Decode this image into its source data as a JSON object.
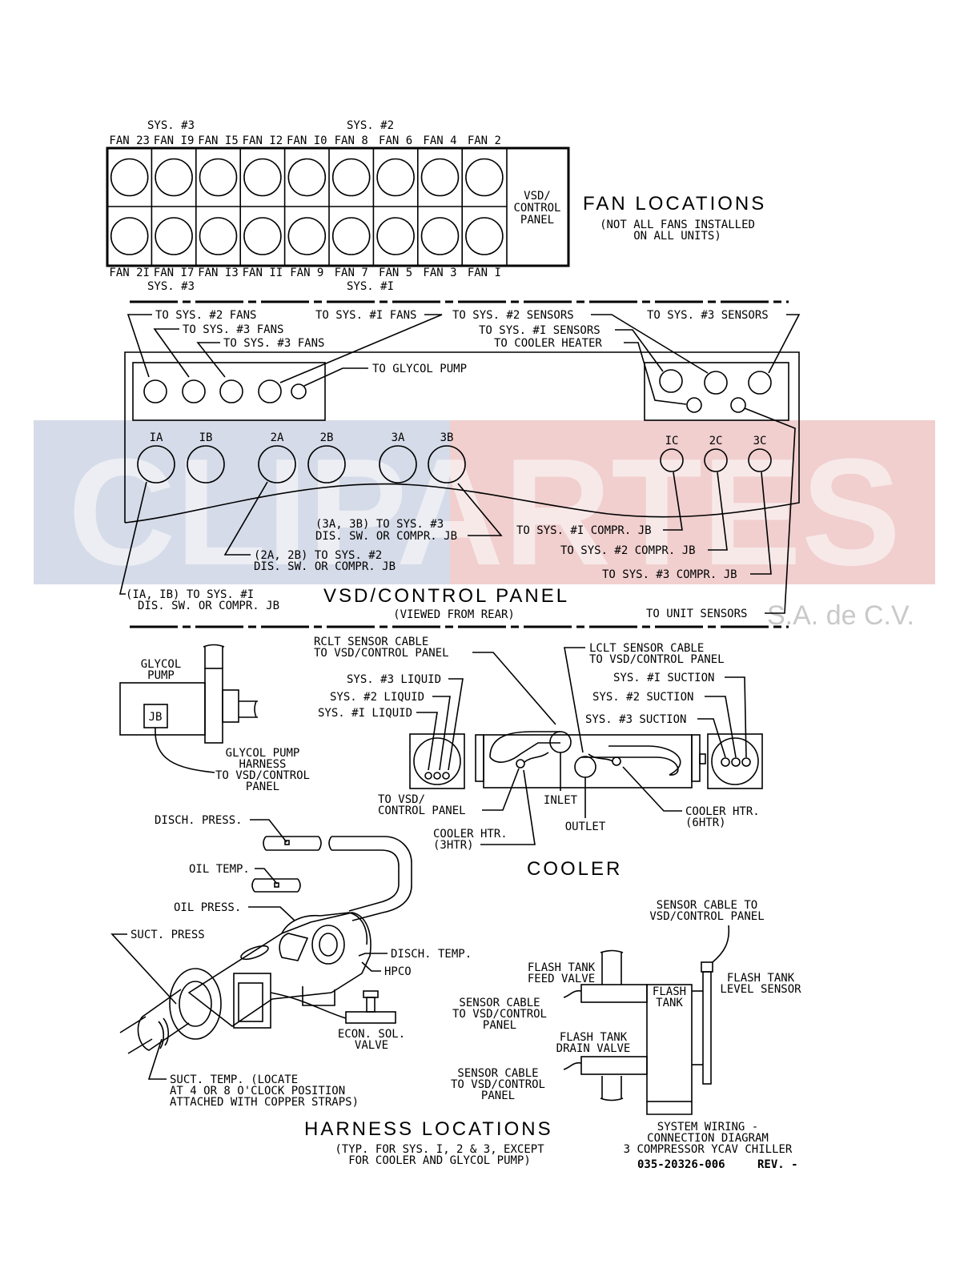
{
  "watermark": {
    "brand": "CLIPARTES",
    "suffix": "S.A. de C.V.",
    "colors": {
      "left_block": "#d5dbe8",
      "right_block": "#f1cfcf"
    }
  },
  "fan_locations": {
    "title": "FAN LOCATIONS",
    "note_line1": "(NOT ALL FANS INSTALLED",
    "note_line2": "ON ALL UNITS)",
    "top_fans": [
      "FAN 23",
      "FAN I9",
      "FAN I5",
      "FAN I2",
      "FAN I0",
      "FAN 8",
      "FAN 6",
      "FAN 4",
      "FAN 2"
    ],
    "bottom_fans": [
      "FAN 2I",
      "FAN I7",
      "FAN I3",
      "FAN II",
      "FAN 9",
      "FAN 7",
      "FAN 5",
      "FAN 3",
      "FAN I"
    ],
    "sys_top_left": "SYS. #3",
    "sys_top_right": "SYS. #2",
    "sys_bottom_left": "SYS. #3",
    "sys_bottom_right": "SYS. #I",
    "panel_line1": "VSD/",
    "panel_line2": "CONTROL",
    "panel_line3": "PANEL"
  },
  "vsd_panel": {
    "title": "VSD/CONTROL PANEL",
    "subtitle": "(VIEWED FROM REAR)",
    "callouts": {
      "sys2_fans": "TO SYS. #2 FANS",
      "sys3_fans_a": "TO SYS. #3 FANS",
      "sys3_fans_b": "TO SYS. #3 FANS",
      "sys1_fans": "TO SYS. #I FANS",
      "glycol_pump": "TO GLYCOL PUMP",
      "sys2_sensors": "TO SYS. #2 SENSORS",
      "sys3_sensors": "TO SYS. #3 SENSORS",
      "sys1_sensors": "TO SYS. #I SENSORS",
      "cooler_heater": "TO COOLER HEATER",
      "sys3_jb_1": "(3A, 3B) TO SYS. #3",
      "sys3_jb_2": "DIS. SW. OR COMPR. JB",
      "sys2_jb_1": "(2A, 2B) TO SYS. #2",
      "sys2_jb_2": "DIS. SW. OR COMPR. JB",
      "sys1_jb_1": "(IA, IB) TO SYS. #I",
      "sys1_jb_2": "DIS. SW. OR COMPR. JB",
      "sys1_compr": "TO SYS. #I COMPR. JB",
      "sys2_compr": "TO SYS. #2 COMPR. JB",
      "sys3_compr": "TO SYS. #3 COMPR. JB",
      "unit_sensors": "TO UNIT SENSORS"
    },
    "ports": [
      "IA",
      "IB",
      "2A",
      "2B",
      "3A",
      "3B",
      "IC",
      "2C",
      "3C"
    ]
  },
  "glycol": {
    "label_line1": "GLYCOL",
    "label_line2": "PUMP",
    "jb": "JB",
    "harness_line1": "GLYCOL PUMP",
    "harness_line2": "HARNESS",
    "harness_line3": "TO VSD/CONTROL",
    "harness_line4": "PANEL"
  },
  "cooler": {
    "title": "COOLER",
    "rclt_1": "RCLT SENSOR CABLE",
    "rclt_2": "TO VSD/CONTROL PANEL",
    "lclt_1": "LCLT SENSOR CABLE",
    "lclt_2": "TO VSD/CONTROL PANEL",
    "sys3_liquid": "SYS. #3 LIQUID",
    "sys2_liquid": "SYS. #2 LIQUID",
    "sys1_liquid": "SYS. #I LIQUID",
    "sys1_suction": "SYS. #I SUCTION",
    "sys2_suction": "SYS. #2 SUCTION",
    "sys3_suction": "SYS. #3 SUCTION",
    "to_vsd_1": "TO VSD/",
    "to_vsd_2": "CONTROL PANEL",
    "inlet": "INLET",
    "outlet": "OUTLET",
    "htr3_1": "COOLER HTR.",
    "htr3_2": "(3HTR)",
    "htr6_1": "COOLER HTR.",
    "htr6_2": "(6HTR)"
  },
  "harness": {
    "title": "HARNESS LOCATIONS",
    "note_line1": "(TYP. FOR SYS. I, 2 & 3, EXCEPT",
    "note_line2": "FOR COOLER AND GLYCOL PUMP)",
    "disch_press": "DISCH. PRESS.",
    "oil_temp": "OIL TEMP.",
    "oil_press": "OIL PRESS.",
    "suct_press": "SUCT. PRESS",
    "disch_temp": "DISCH. TEMP.",
    "hpco": "HPCO",
    "econ_1": "ECON. SOL.",
    "econ_2": "VALVE",
    "suct_temp_1": "SUCT. TEMP. (LOCATE",
    "suct_temp_2": "AT 4 OR 8 O'CLOCK POSITION",
    "suct_temp_3": "ATTACHED WITH COPPER STRAPS)"
  },
  "flash_tank": {
    "cable_top_1": "SENSOR CABLE TO",
    "cable_top_2": "VSD/CONTROL PANEL",
    "feed_1": "FLASH TANK",
    "feed_2": "FEED VALVE",
    "tank_1": "FLASH",
    "tank_2": "TANK",
    "level_1": "FLASH TANK",
    "level_2": "LEVEL SENSOR",
    "sc1_1": "SENSOR CABLE",
    "sc1_2": "TO VSD/CONTROL",
    "sc1_3": "PANEL",
    "drain_1": "FLASH TANK",
    "drain_2": "DRAIN VALVE",
    "sc2_1": "SENSOR CABLE",
    "sc2_2": "TO VSD/CONTROL",
    "sc2_3": "PANEL"
  },
  "title_block": {
    "line1": "SYSTEM WIRING -",
    "line2": "CONNECTION DIAGRAM",
    "line3": "3 COMPRESSOR YCAV CHILLER",
    "doc_no": "035-20326-006",
    "rev": "REV. -"
  }
}
